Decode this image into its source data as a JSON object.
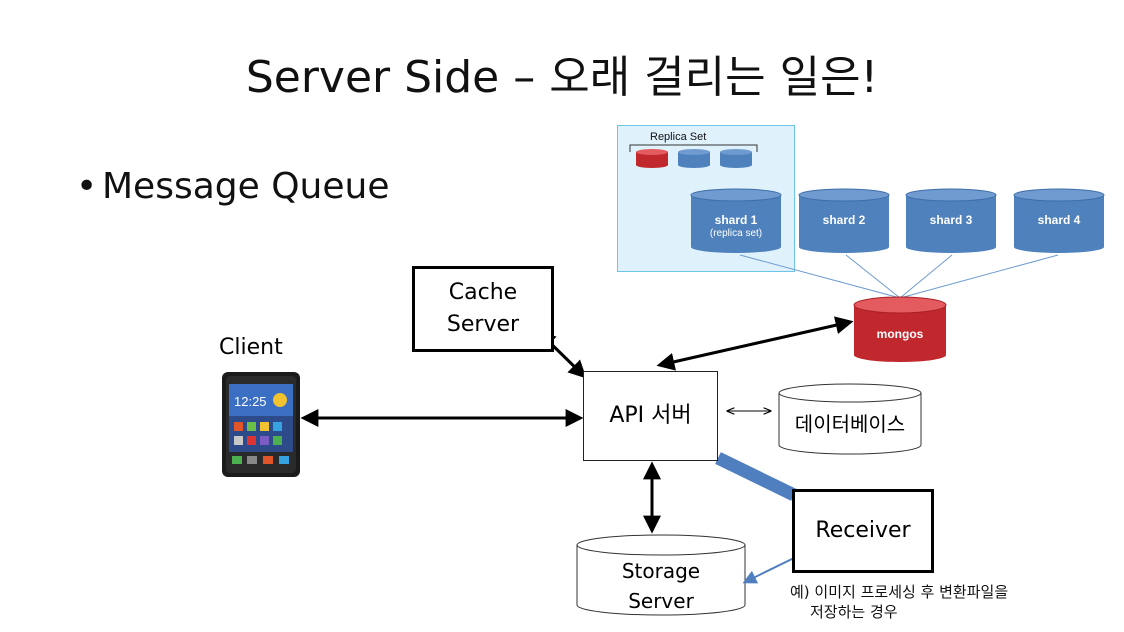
{
  "slide": {
    "title": "Server Side – 오래 걸리는 일은!",
    "bullet": "Message Queue"
  },
  "diagram": {
    "client_label": "Client",
    "phone_screen_time": "12:25",
    "cache_server": [
      "Cache",
      "Server"
    ],
    "api_server": "API 서버",
    "database": "데이터베이스",
    "storage_server": [
      "Storage",
      "Server"
    ],
    "receiver": "Receiver",
    "note": [
      "예) 이미지 프로세싱 후 변환파일을",
      "저장하는 경우"
    ],
    "replica_set_label": "Replica Set",
    "shards": [
      {
        "name": "shard 1",
        "sub": "(replica set)"
      },
      {
        "name": "shard 2"
      },
      {
        "name": "shard 3"
      },
      {
        "name": "shard 4"
      }
    ],
    "mongos": "mongos"
  },
  "colors": {
    "shard_blue": "#4f81bd",
    "shard_blue_top": "#6f9bd1",
    "mongos_red": "#c0282d",
    "replica_panel": "#dff2fb",
    "queue_bar": "#4f7fbf"
  }
}
